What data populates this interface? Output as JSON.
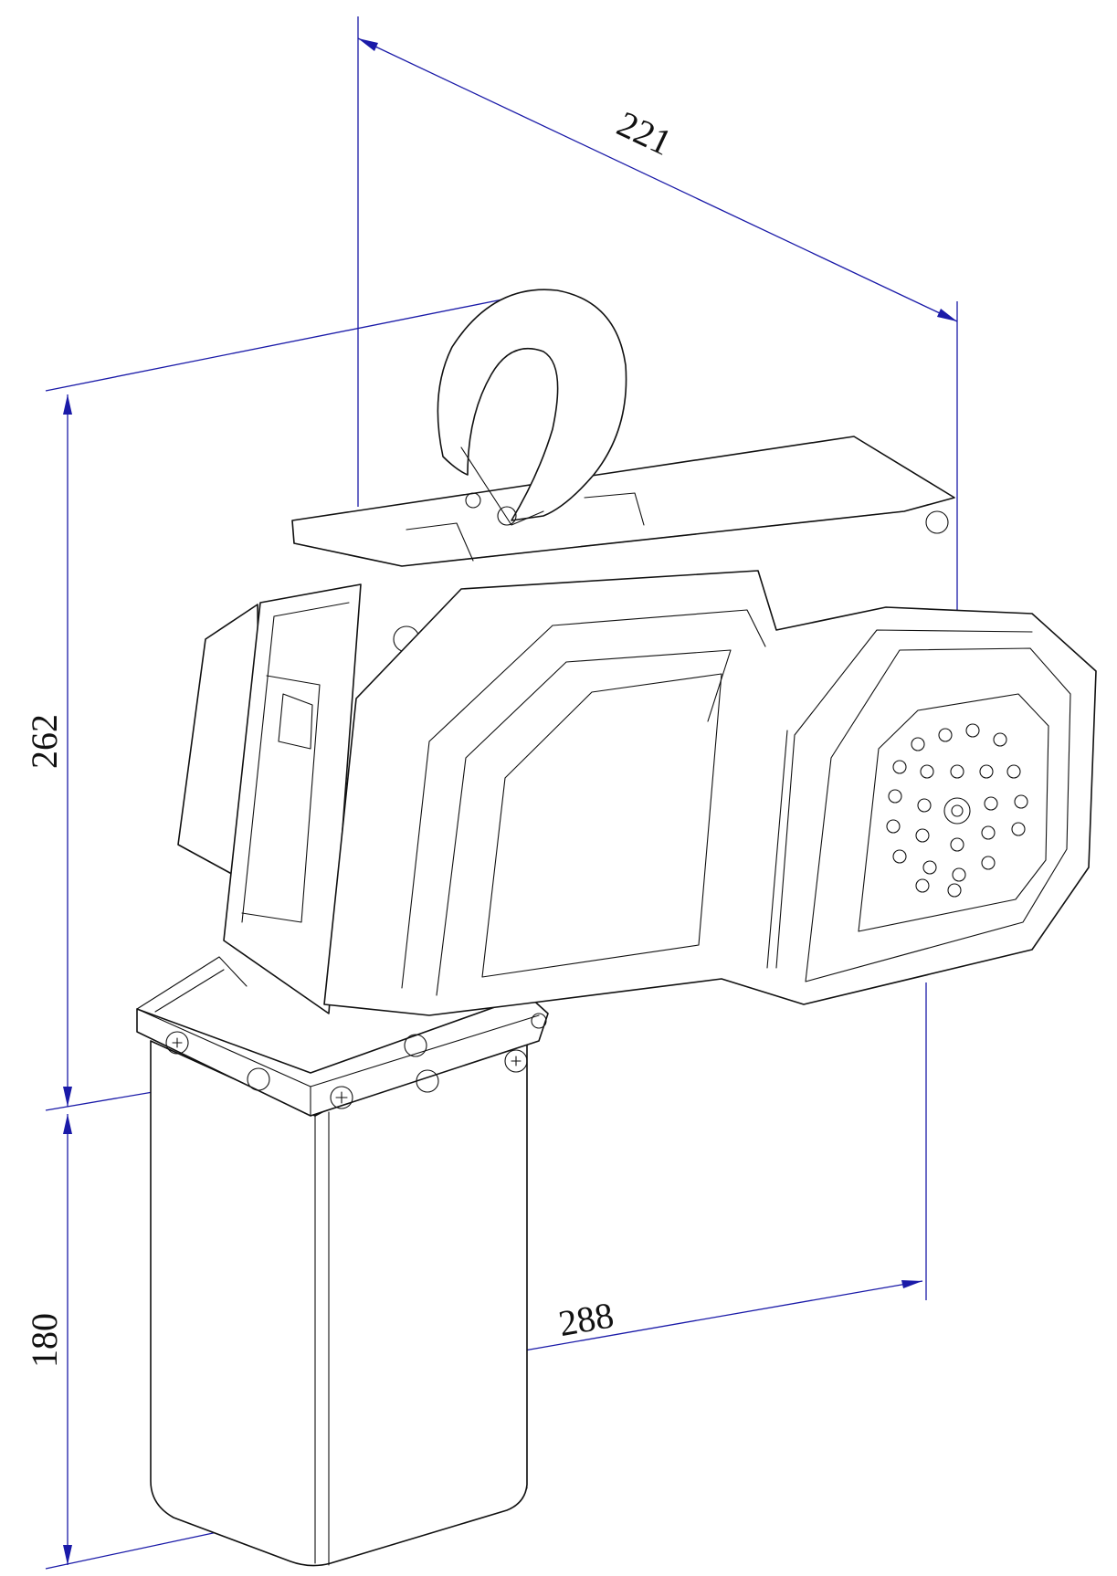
{
  "dimensions": {
    "depth": "221",
    "height_body": "262",
    "height_box": "180",
    "width": "288"
  },
  "colors": {
    "dimension_line": "#1a1aa8",
    "outline": "#111111",
    "background": "#ffffff"
  }
}
